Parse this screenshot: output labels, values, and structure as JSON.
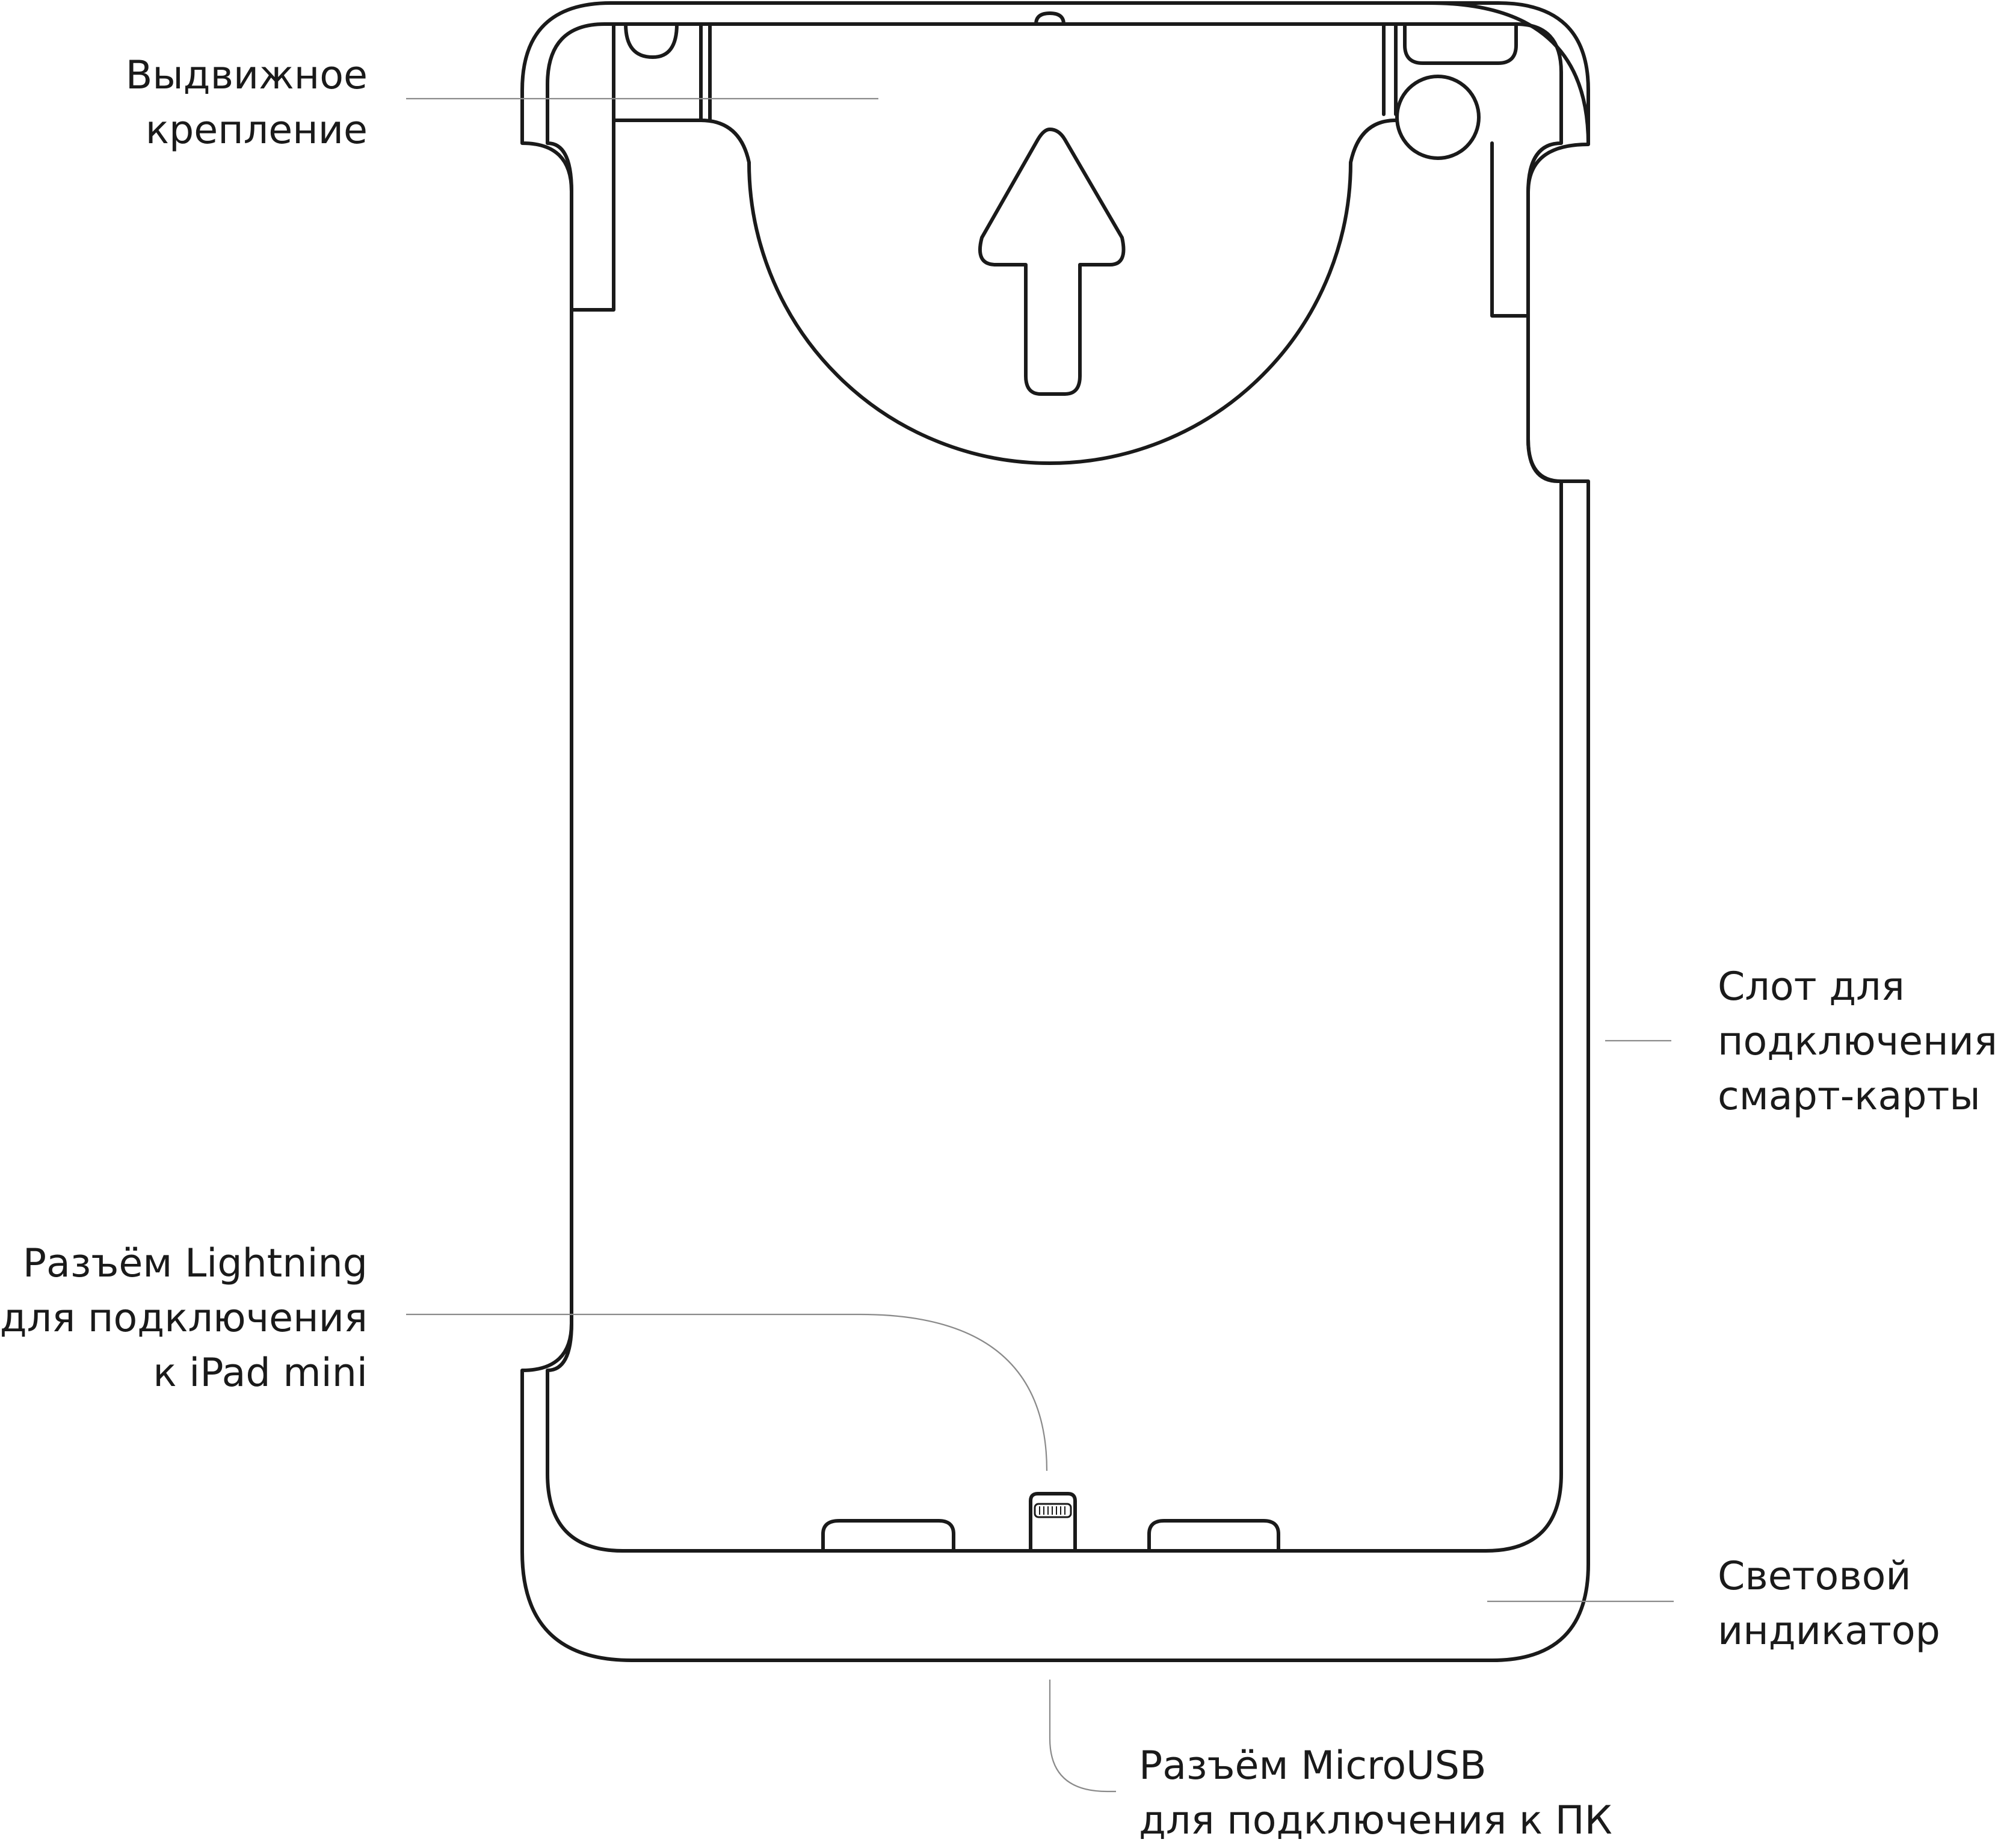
{
  "labels": {
    "sliding_mount": [
      "Выдвижное",
      "крепление"
    ],
    "smart_card_slot": [
      "Слот для",
      "подключения",
      "смарт-карты"
    ],
    "lightning_connector": [
      "Разъём Lightning",
      "для подключения",
      "к iPad mini"
    ],
    "led_indicator": [
      "Световой",
      "индикатор"
    ],
    "microusb_connector": [
      "Разъём MicroUSB",
      "для подключения к ПК"
    ]
  },
  "colors": {
    "outline": "#1a1a1a",
    "leader_line": "#8a8a8a",
    "background": "#ffffff"
  },
  "icons": [
    "up-arrow-icon",
    "lightning-port-icon"
  ]
}
